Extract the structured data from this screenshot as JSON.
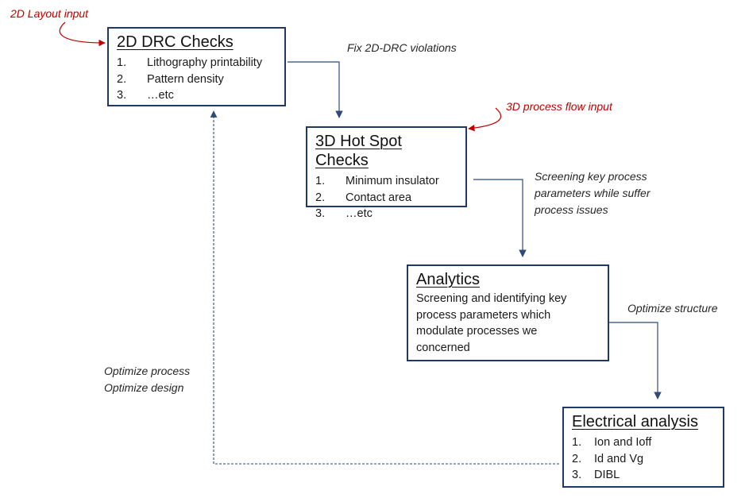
{
  "boxes": {
    "drc": {
      "title": "2D DRC Checks",
      "items": [
        {
          "num": "1.",
          "text": "Lithography printability"
        },
        {
          "num": "2.",
          "text": "Pattern density"
        },
        {
          "num": "3.",
          "text": "…etc"
        }
      ]
    },
    "hotspot": {
      "title": "3D Hot Spot Checks",
      "items": [
        {
          "num": "1.",
          "text": "Minimum insulator"
        },
        {
          "num": "2.",
          "text": "Contact area"
        },
        {
          "num": "3.",
          "text": "…etc"
        }
      ]
    },
    "analytics": {
      "title": "Analytics",
      "desc": [
        "Screening and identifying key",
        "process parameters which",
        "modulate processes we",
        "concerned"
      ]
    },
    "electrical": {
      "title": "Electrical analysis",
      "items": [
        {
          "num": "1.",
          "text": "Ion and Ioff"
        },
        {
          "num": "2.",
          "text": "Id and Vg"
        },
        {
          "num": "3.",
          "text": "DIBL"
        }
      ]
    }
  },
  "notes": {
    "layout_input": "2D Layout input",
    "process_flow_input": "3D process flow input",
    "fix_drc": "Fix 2D-DRC violations",
    "screening": [
      "Screening key process",
      "parameters while suffer",
      "process issues"
    ],
    "optimize_structure": "Optimize structure",
    "optimize_process": [
      "Optimize process",
      "Optimize design"
    ]
  },
  "colors": {
    "box_border": "#1f3864",
    "arrow": "#2f4a7a",
    "input_note": "#c00000"
  }
}
